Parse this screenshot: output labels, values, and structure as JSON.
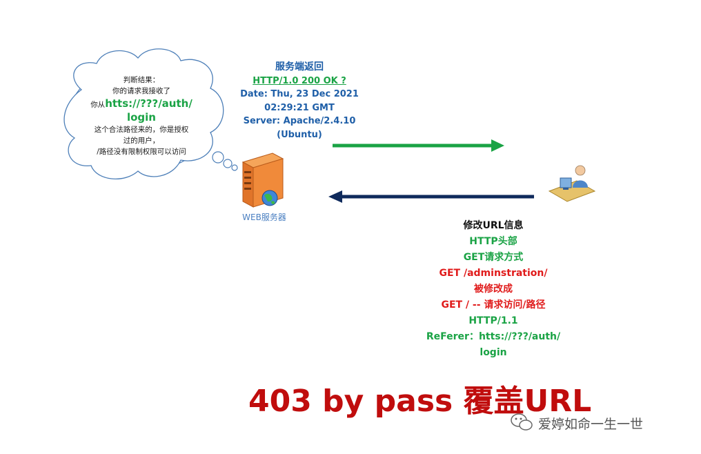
{
  "cloud": {
    "lines": [
      "判断结果：",
      "你的请求我接收了"
    ],
    "url_prefix": "你从",
    "url": "htts://???/auth/",
    "url_tail": "login",
    "tail_lines": [
      "这个合法路径来的，你是授权",
      "过的用户，",
      "/路径没有限制权限可以访问"
    ]
  },
  "response": {
    "title": "服务端返回",
    "status": "HTTP/1.0 200 OK ?",
    "lines": [
      "Date: Thu, 23 Dec 2021",
      "02:29:21 GMT",
      "Server: Apache/2.4.10",
      "(Ubuntu)"
    ]
  },
  "server_label": "WEB服务器",
  "request": {
    "title": "修改URL信息",
    "green_lines_1": [
      "HTTP头部",
      "GET请求方式"
    ],
    "red_lines": [
      "GET /adminstration/",
      "被修改成",
      "GET / -- 请求访问/路径"
    ],
    "green_lines_2": [
      "HTTP/1.1",
      "ReFerer：htts://???/auth/",
      "login"
    ]
  },
  "headline": "403 by pass 覆盖URL",
  "watermark": "爱婷如命一生一世",
  "colors": {
    "arrow_to_client": "#1aa345",
    "arrow_to_server": "#0f2a5c",
    "headline": "#c00d0d"
  },
  "icons": {
    "server": "server-icon",
    "globe": "globe-icon",
    "client": "user-at-computer-icon",
    "watermark": "wechat-icon"
  }
}
